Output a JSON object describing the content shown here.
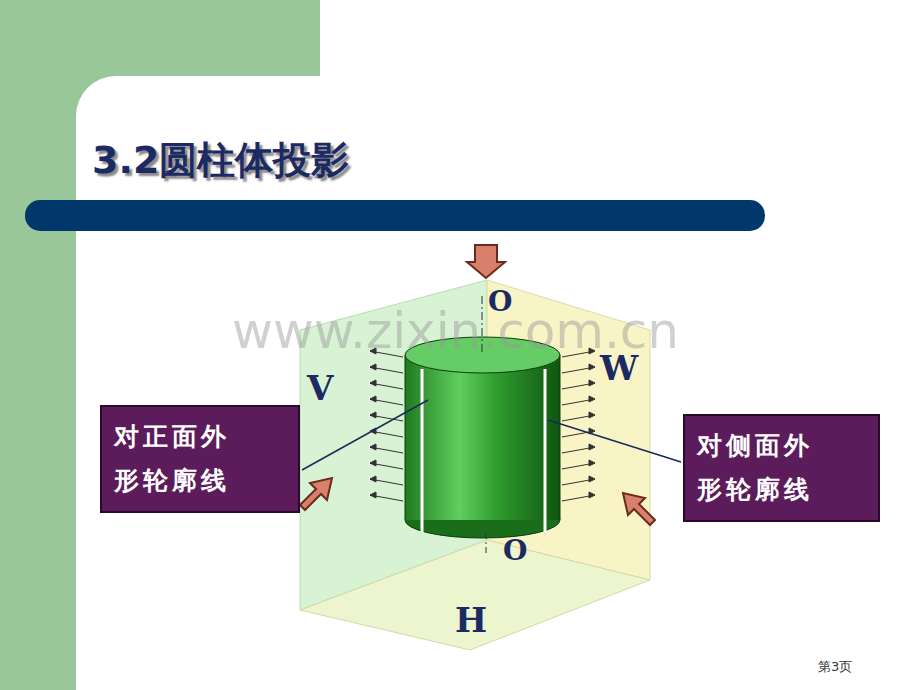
{
  "diagram": {
    "title": "3.2圆柱体投影",
    "nodes": [
      {
        "text": [
          "对正面外 形轮廓线"
        ]
      },
      {
        "text": [
          "对侧面外 形轮廓线"
        ]
      }
    ],
    "labels": [
      "O",
      "O",
      "V",
      "W",
      "H",
      "www.zixin.com.cn",
      "第3页"
    ]
  }
}
